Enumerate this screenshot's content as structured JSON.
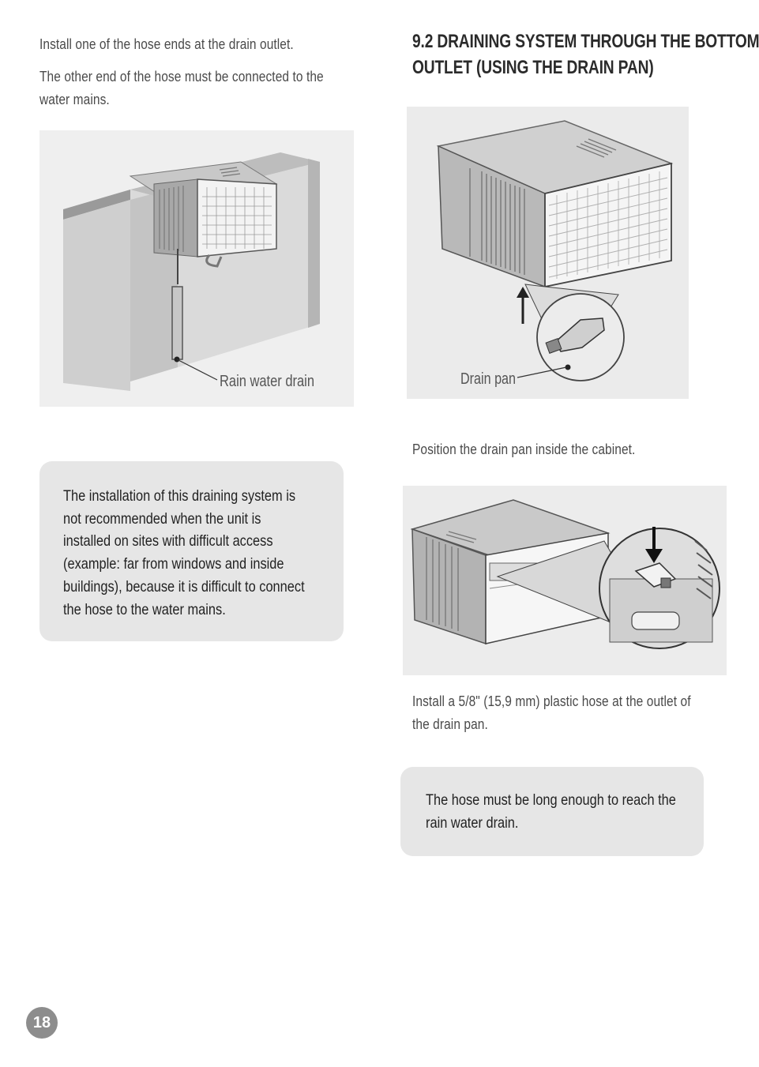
{
  "left": {
    "para1": "Install one of the hose ends at the drain outlet.",
    "para2_line1": "The other end of the hose must be connected to the",
    "para2_line2": "water mains.",
    "figure1_label": "Rain water drain",
    "note_lines": [
      "The installation of this draining system is",
      "not recommended when the unit is",
      "installed on sites with difficult access",
      "(example: far from windows and inside",
      "buildings), because it is difficult to connect",
      "the hose to the water mains."
    ]
  },
  "right": {
    "heading_line1": "9.2 DRAINING SYSTEM THROUGH THE BOTTOM",
    "heading_line2": "OUTLET (USING THE DRAIN PAN)",
    "figure2_label": "Drain pan",
    "para_position": "Position the drain pan inside the cabinet.",
    "para_install_line1": "Install a 5/8\" (15,9 mm) plastic hose at the outlet of",
    "para_install_line2": "the drain pan.",
    "note_lines": [
      "The hose must be long enough to reach the",
      "rain water drain."
    ]
  },
  "page_number": "18"
}
